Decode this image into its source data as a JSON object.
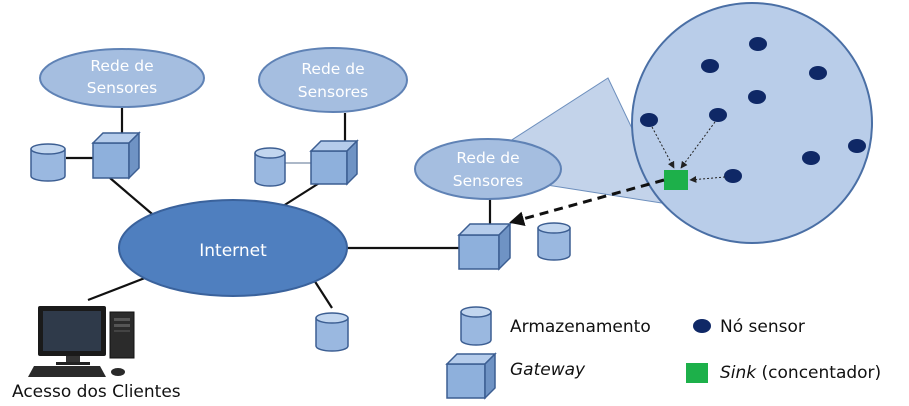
{
  "internet": {
    "label": "Internet"
  },
  "networks": [
    {
      "line1": "Rede de",
      "line2": "Sensores"
    },
    {
      "line1": "Rede de",
      "line2": "Sensores"
    },
    {
      "line1": "Rede de",
      "line2": "Sensores"
    }
  ],
  "client": {
    "label": "Acesso dos Clientes"
  },
  "legend": {
    "storage": "Armazenamento",
    "gateway": "Gateway",
    "node": "Nó sensor",
    "sink_em": "Sink",
    "sink_rest": " (concentador)"
  },
  "colors": {
    "internet_fill": "#4f7fbf",
    "cloud_fill": "#a5bee0",
    "cylinder_fill": "#9ab8e0",
    "gateway_fill": "#8eb0dc",
    "zoom_fill": "#b9cde9",
    "node": "#0f2866",
    "sink": "#1db04a",
    "stroke": "#3c5e92"
  }
}
